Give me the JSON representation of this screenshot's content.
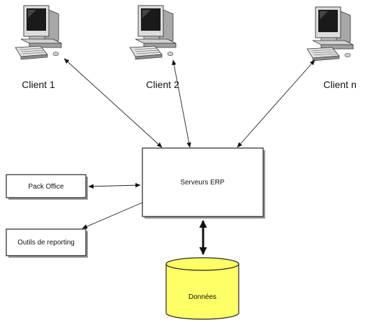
{
  "clients": [
    {
      "label": "Client 1"
    },
    {
      "label": "Client 2"
    },
    {
      "label": "Client n"
    }
  ],
  "server": {
    "label": "Serveurs ERP"
  },
  "tools": [
    {
      "label": "Pack Office"
    },
    {
      "label": "Outils de reporting"
    }
  ],
  "database": {
    "label": "Données",
    "fill_color": "#ffff66"
  },
  "icons": {
    "client": "desktop-computer-icon",
    "database": "database-cylinder-icon"
  }
}
